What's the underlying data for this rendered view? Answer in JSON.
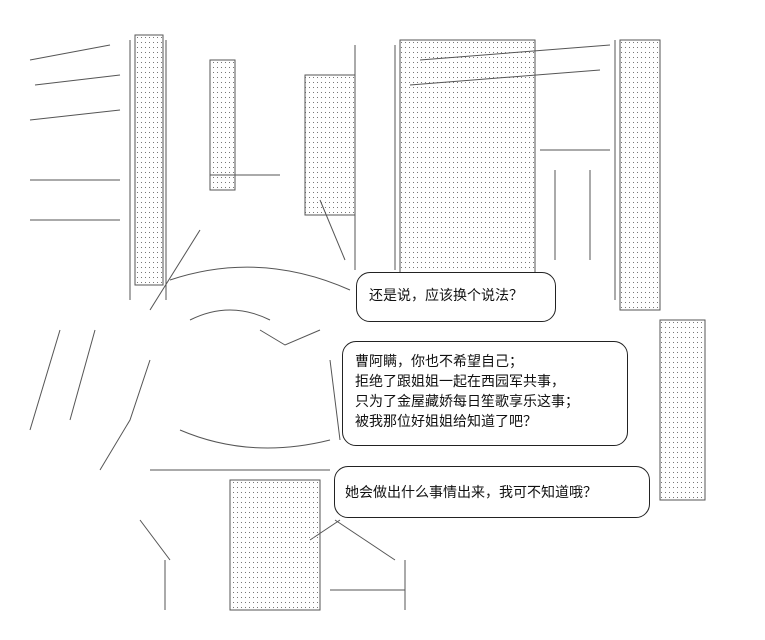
{
  "bubbles": [
    {
      "lines": [
        "还是说，应该换个说法？"
      ]
    },
    {
      "lines": [
        "曹阿瞒，你也不希望自己；",
        "拒绝了跟姐姐一起在西园军共事，",
        "只为了金屋藏娇每日笙歌享乐这事；",
        "被我那位好姐姐给知道了吧？"
      ]
    },
    {
      "lines": [
        "她会做出什么事情出来，我可不知道哦？"
      ]
    }
  ]
}
